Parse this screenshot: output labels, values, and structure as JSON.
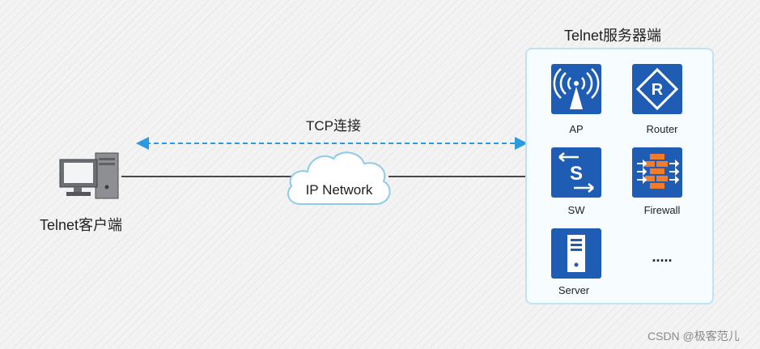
{
  "server_side": {
    "title": "Telnet服务器端",
    "devices": [
      {
        "label": "AP",
        "icon": "wifi-ap-icon"
      },
      {
        "label": "Router",
        "icon": "router-icon"
      },
      {
        "label": "SW",
        "icon": "switch-icon"
      },
      {
        "label": "Firewall",
        "icon": "firewall-icon"
      },
      {
        "label": "Server",
        "icon": "server-icon"
      },
      {
        "label": "....."
      }
    ]
  },
  "client_side": {
    "label": "Telnet客户端",
    "icon": "computer-icon"
  },
  "connection": {
    "label": "TCP连接"
  },
  "network": {
    "label": "IP Network"
  },
  "watermark": "CSDN @极客范儿",
  "colors": {
    "device_blue": "#1f5db4",
    "tcp_arrow": "#2a9be0",
    "panel_border": "#bfe3f5"
  }
}
